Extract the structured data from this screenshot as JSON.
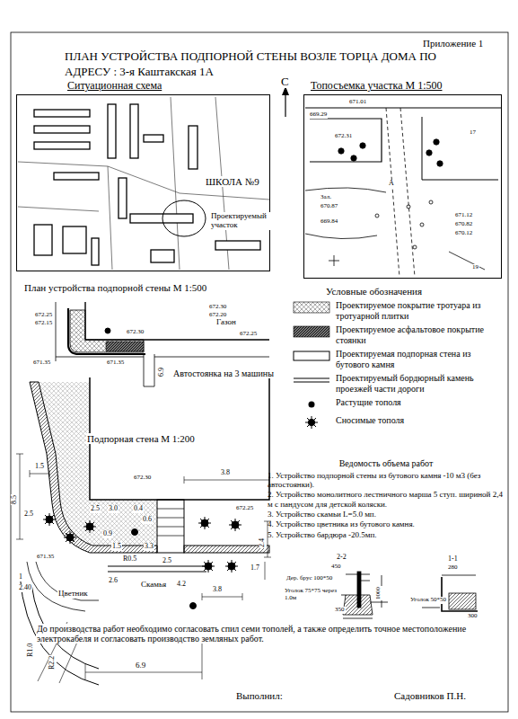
{
  "diagram": {
    "title": "ПЛАН УСТРОЙСТВА ПОДПОРНОЙ СТЕНЫ ВОЗЛЕ ТОРЦА ДОМА ПО АДРЕСУ : 3-я Каштакская 1А",
    "nodes": [
      {
        "text": [
          "Ситуационная схема"
        ]
      },
      {
        "text": [
          "Топосъемка участка М 1:500"
        ]
      }
    ],
    "labels": [
      "Приложение 1",
      "С",
      "ШКОЛА №9",
      "Проектируемый участок",
      "671.01",
      "669.29",
      "672.31",
      "17",
      "A",
      "3ал.",
      "670.87",
      "669.84",
      "671.12",
      "670.82",
      "670.12",
      "19",
      "672.25",
      "672.15",
      "672.30",
      "672.20",
      "672.30",
      "672.25",
      "671.35",
      "671.35",
      "Газон",
      "6.9",
      "Автостоянка на 3 машины",
      "План устройства подпорной стены М 1:500",
      "Условные обозначения",
      "Подпорная стена М 1:200",
      "1.5",
      "8.5",
      "2.5",
      "2.5",
      "3.0",
      "0.4",
      "0.6",
      "3.8",
      "672.30",
      "672.25",
      "2.4",
      "0.9",
      "1.5",
      "R0.5",
      "3.3",
      "2.5",
      "1",
      "2.40",
      "671.35",
      "Цветник",
      "2.6",
      "Скамья",
      "4.2",
      "3.8",
      "1.7",
      "R1.0",
      "R2.2",
      "6.9",
      "Ведомость объема работ",
      "1. Устройство подпорной стены из бутового камня -10 м3 (без автостоянки).",
      "2. Устройство монолитного лестничного марша 5 ступ. шириной 2,4 м с пандусом для детской коляски.",
      "3. Устройство скамьи L=5.0 мп.",
      "4. Устройство цветника из бутового камня.",
      "5. Устройство бардюра -20.5мп.",
      "2-2",
      "450",
      "Дер. брус 100*50",
      "Уголок 75*75 через 1.0м",
      "1000",
      "350",
      "1-1",
      "280",
      "Уголок 50*50",
      "300",
      "До производства работ необходимо согласовать спил семи тополей, а также определить точное местоположение электрокабеля и согласовать производство земляных работ.",
      "Выполнил:",
      "Садовников П.Н."
    ],
    "legend": [
      {
        "text": "Проектируемое покрытие тротуара из тротуарной плитки"
      },
      {
        "text": "Проектируемое асфальтовое покрытие стоянки"
      },
      {
        "text": "Проектируемая подпорная стена из бутового камня"
      },
      {
        "text": "Проектируемый бордюрный камень проезжей части дороги"
      },
      {
        "text": "Растущие тополя"
      },
      {
        "text": "Сносимые тополя"
      }
    ]
  }
}
